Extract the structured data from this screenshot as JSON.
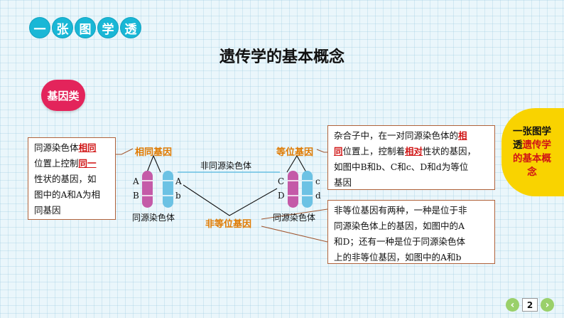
{
  "header": {
    "badge_chars": [
      "一",
      "张",
      "图",
      "学",
      "透"
    ]
  },
  "title": "遗传学的基本概念",
  "category": "基因类",
  "box_left": {
    "lines": [
      {
        "plain": "同源染色体",
        "hl": "相同"
      },
      {
        "plain": "位置上控制",
        "hl": "同一"
      },
      {
        "plain": "性状的基因，如",
        "hl": ""
      },
      {
        "plain": "图中的A和A为相",
        "hl": ""
      },
      {
        "plain": "同基因",
        "hl": ""
      }
    ]
  },
  "box_top_right": {
    "l1a": "杂合子中，在一对同源染色体的",
    "l1hl": "相",
    "l2hl": "同",
    "l2a": "位置上，控制着",
    "l2hl2": "相对",
    "l2b": "性状的基因，",
    "l3": "如图中B和b、C和c、D和d为等位",
    "l4": "基因"
  },
  "box_bottom_right": {
    "lines": [
      "非等位基因有两种，一种是位于非",
      "同源染色体上的基因，如图中的A",
      "和D；还有一种是位于同源染色体",
      "上的非等位基因，如图中的A和b"
    ]
  },
  "diagram": {
    "label_same": "相同基因",
    "label_allele": "等位基因",
    "label_non_allele": "非等位基因",
    "label_non_homologous": "非同源染色体",
    "caption_left": "同源染色体",
    "caption_right": "同源染色体",
    "genes_left_a": [
      "A",
      "B"
    ],
    "genes_left_b": [
      "A",
      "b"
    ],
    "genes_right_a": [
      "C",
      "D"
    ],
    "genes_right_b": [
      "c",
      "d"
    ],
    "color_pink": "#c45aa8",
    "color_blue": "#6cc2e4"
  },
  "side_panel": {
    "lines": [
      [
        {
          "t": "一张图学",
          "c": "blk"
        }
      ],
      [
        {
          "t": "透",
          "c": "blk"
        },
        {
          "t": "遗传学",
          "c": "red"
        }
      ],
      [
        {
          "t": "的基本概",
          "c": "red"
        }
      ],
      [
        {
          "t": "念",
          "c": "red"
        }
      ]
    ]
  },
  "nav": {
    "prev": "‹",
    "page": "2",
    "next": "›"
  }
}
